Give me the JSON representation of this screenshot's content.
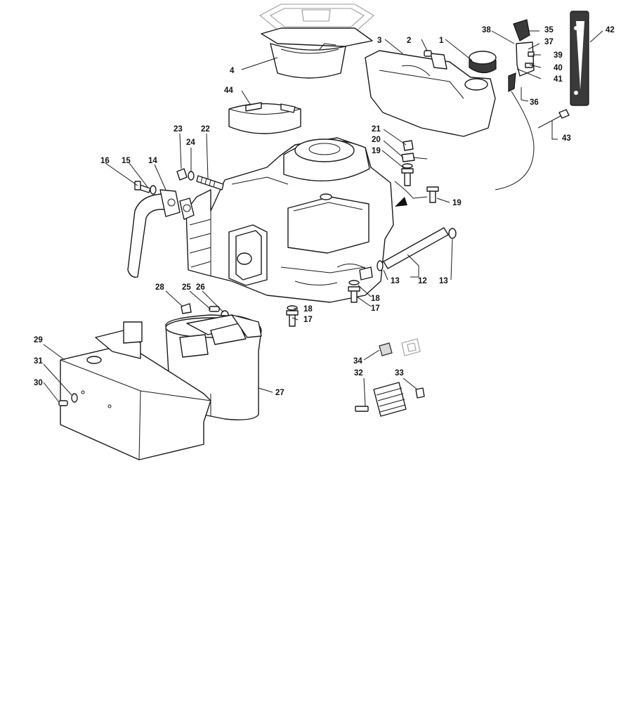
{
  "callouts": [
    {
      "id": "c1",
      "label": "1"
    },
    {
      "id": "c2",
      "label": "2"
    },
    {
      "id": "c3",
      "label": "3"
    },
    {
      "id": "c4",
      "label": "4"
    },
    {
      "id": "c12",
      "label": "12"
    },
    {
      "id": "c13a",
      "label": "13"
    },
    {
      "id": "c13b",
      "label": "13"
    },
    {
      "id": "c14",
      "label": "14"
    },
    {
      "id": "c15",
      "label": "15"
    },
    {
      "id": "c16",
      "label": "16"
    },
    {
      "id": "c17a",
      "label": "17"
    },
    {
      "id": "c17b",
      "label": "17"
    },
    {
      "id": "c18a",
      "label": "18"
    },
    {
      "id": "c18b",
      "label": "18"
    },
    {
      "id": "c19a",
      "label": "19"
    },
    {
      "id": "c19b",
      "label": "19"
    },
    {
      "id": "c20",
      "label": "20"
    },
    {
      "id": "c21",
      "label": "21"
    },
    {
      "id": "c22",
      "label": "22"
    },
    {
      "id": "c23",
      "label": "23"
    },
    {
      "id": "c24",
      "label": "24"
    },
    {
      "id": "c25",
      "label": "25"
    },
    {
      "id": "c26",
      "label": "26"
    },
    {
      "id": "c27",
      "label": "27"
    },
    {
      "id": "c28",
      "label": "28"
    },
    {
      "id": "c29",
      "label": "29"
    },
    {
      "id": "c30",
      "label": "30"
    },
    {
      "id": "c31",
      "label": "31"
    },
    {
      "id": "c32",
      "label": "32"
    },
    {
      "id": "c33",
      "label": "33"
    },
    {
      "id": "c34",
      "label": "34"
    },
    {
      "id": "c35",
      "label": "35"
    },
    {
      "id": "c36",
      "label": "36"
    },
    {
      "id": "c37",
      "label": "37"
    },
    {
      "id": "c38",
      "label": "38"
    },
    {
      "id": "c39",
      "label": "39"
    },
    {
      "id": "c40",
      "label": "40"
    },
    {
      "id": "c41",
      "label": "41"
    },
    {
      "id": "c42",
      "label": "42"
    },
    {
      "id": "c43",
      "label": "43"
    },
    {
      "id": "c44",
      "label": "44"
    }
  ],
  "colors": {
    "line": "#1a1a1a",
    "background": "#ffffff",
    "dark_part": "#3a3a3a"
  }
}
